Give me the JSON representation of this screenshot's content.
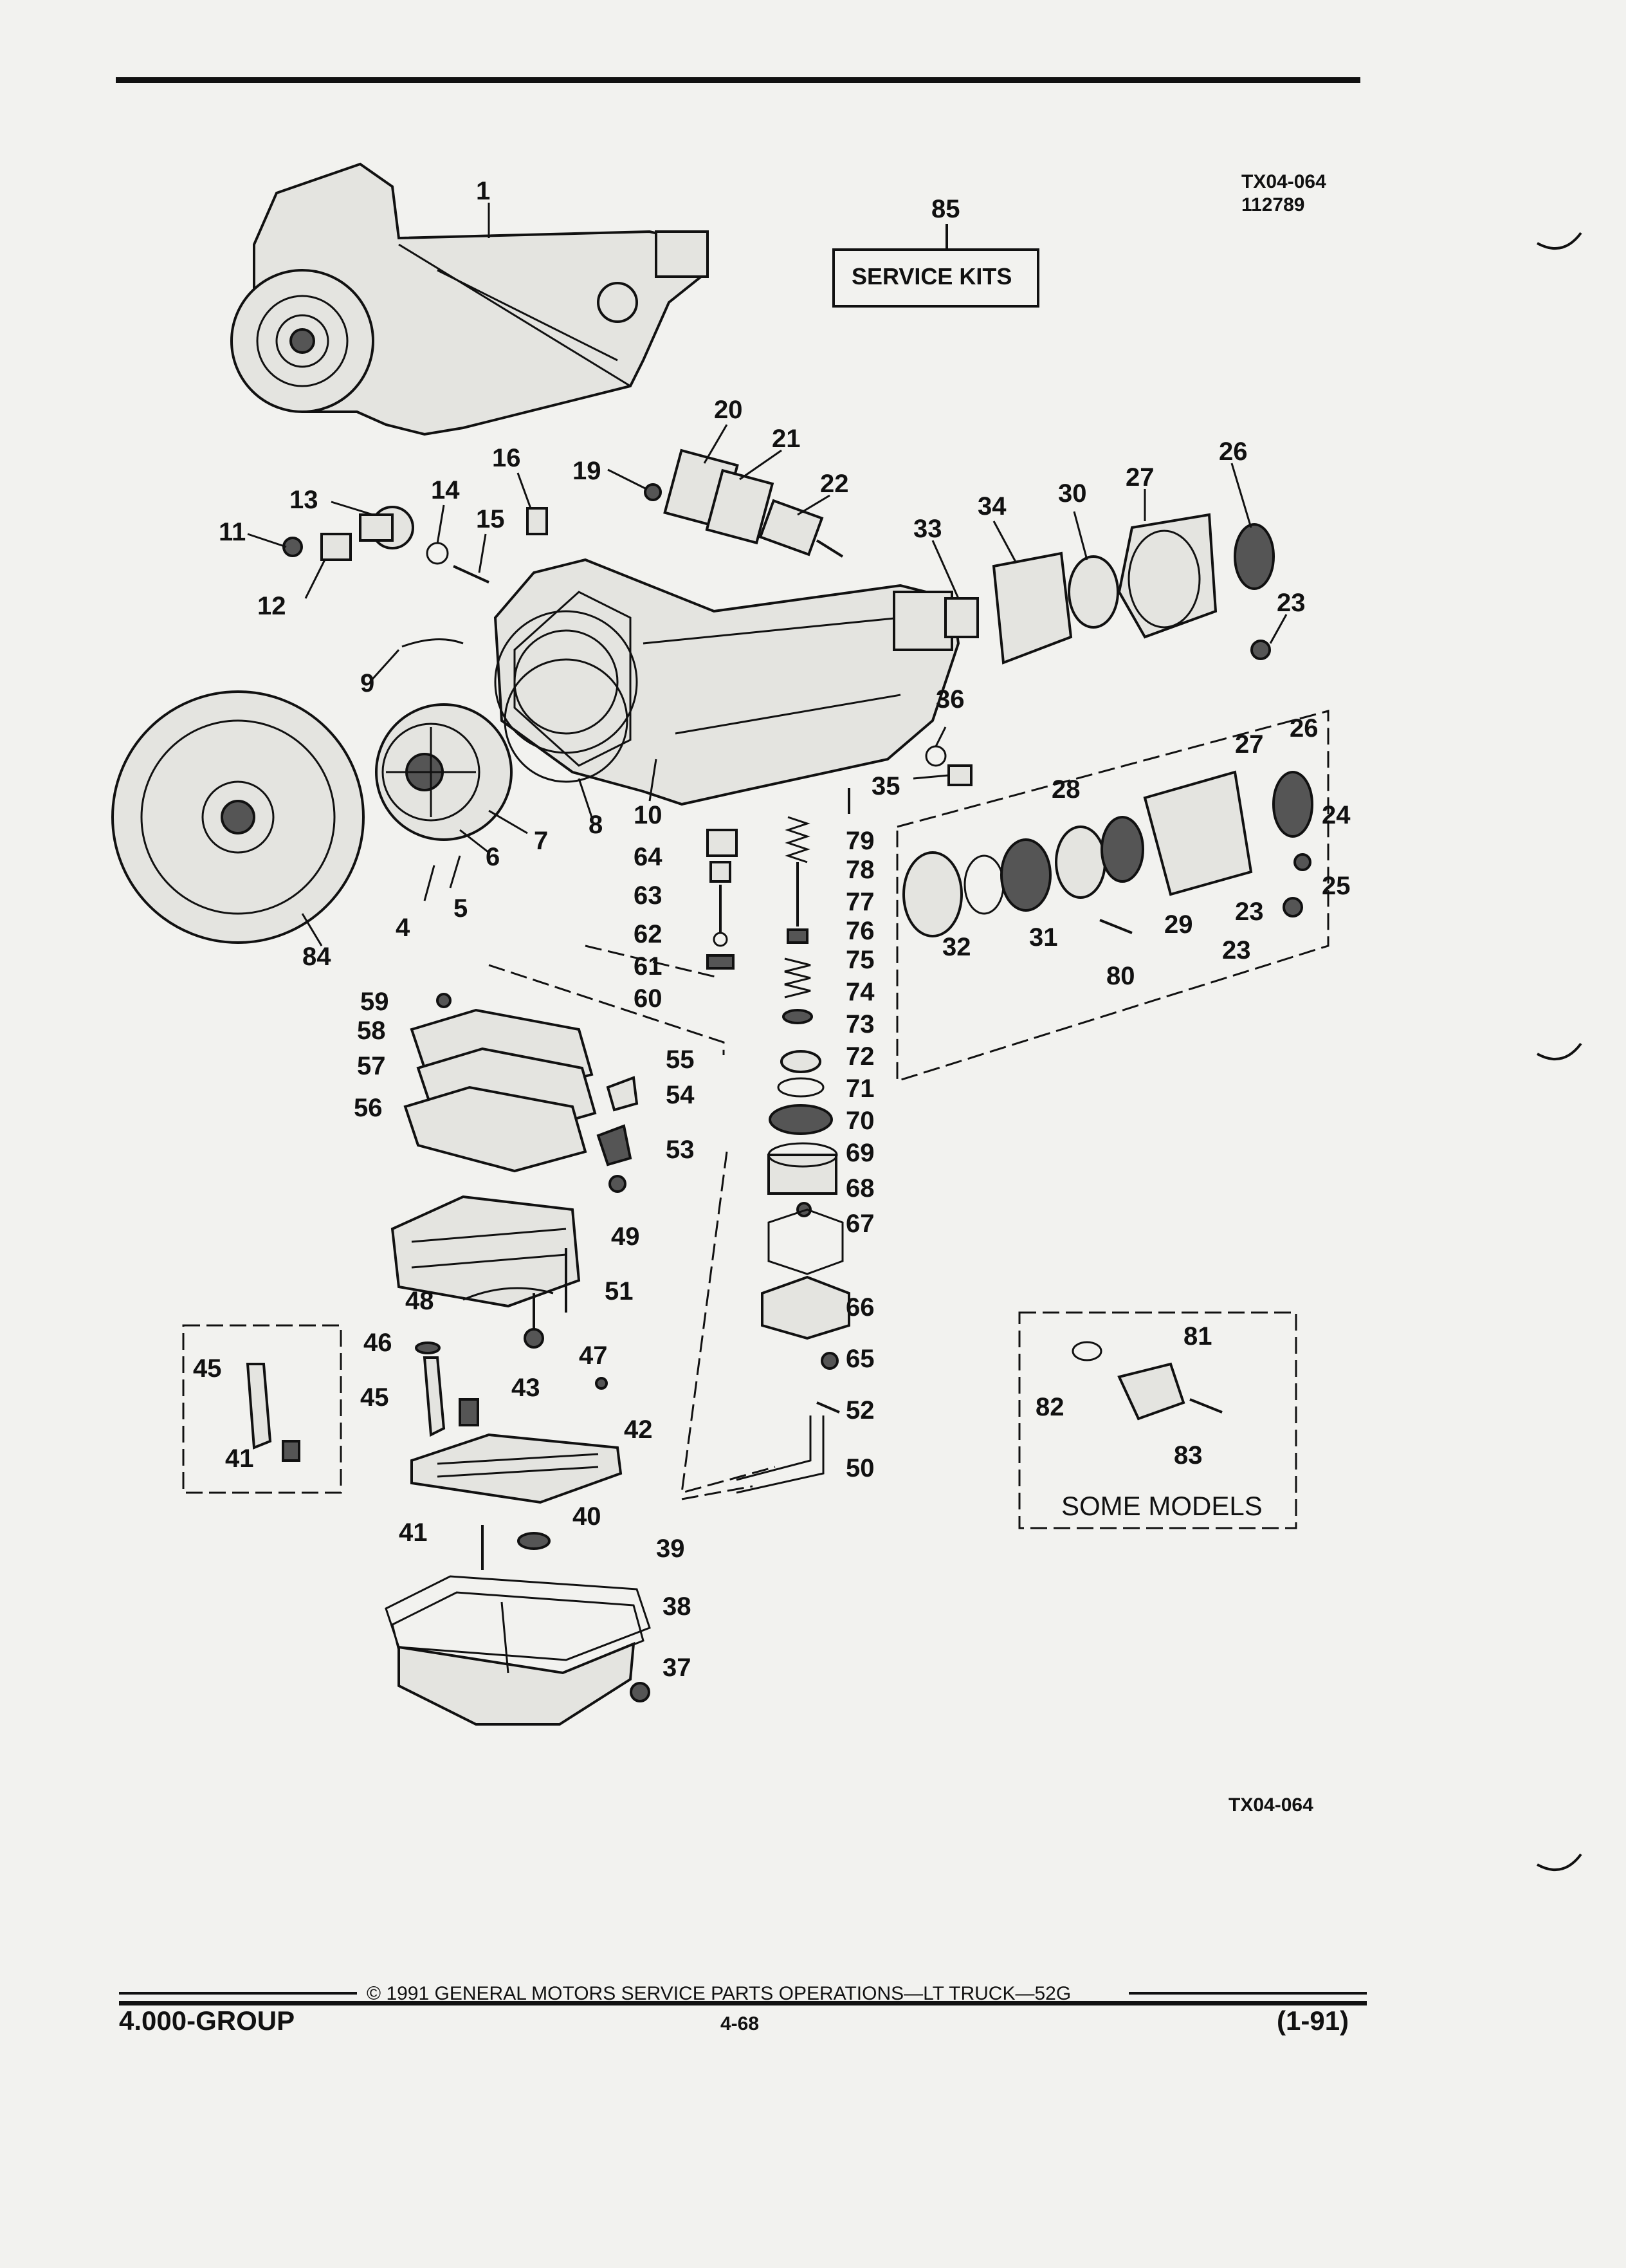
{
  "header": {
    "code": "TX04-064",
    "sub_code": "112789"
  },
  "service_kits": {
    "number": "85",
    "label": "SERVICE KITS"
  },
  "some_models": {
    "label": "SOME MODELS"
  },
  "figure_code": "TX04-064",
  "footer": {
    "group": "4.000-GROUP",
    "copyright": "© 1991 GENERAL MOTORS SERVICE PARTS OPERATIONS—LT TRUCK—52G",
    "page": "4-68",
    "date": "(1-91)"
  },
  "callouts": [
    "1",
    "4",
    "5",
    "6",
    "7",
    "8",
    "9",
    "10",
    "11",
    "12",
    "13",
    "14",
    "15",
    "16",
    "19",
    "20",
    "21",
    "22",
    "23",
    "23",
    "23",
    "24",
    "25",
    "26",
    "26",
    "27",
    "27",
    "28",
    "29",
    "30",
    "31",
    "32",
    "33",
    "34",
    "35",
    "36",
    "37",
    "38",
    "39",
    "40",
    "41",
    "41",
    "42",
    "43",
    "45",
    "45",
    "46",
    "47",
    "48",
    "49",
    "50",
    "51",
    "52",
    "53",
    "54",
    "55",
    "56",
    "57",
    "58",
    "59",
    "60",
    "61",
    "62",
    "63",
    "64",
    "65",
    "66",
    "67",
    "68",
    "69",
    "70",
    "71",
    "72",
    "73",
    "74",
    "75",
    "76",
    "77",
    "78",
    "79",
    "80",
    "81",
    "82",
    "83",
    "84"
  ]
}
